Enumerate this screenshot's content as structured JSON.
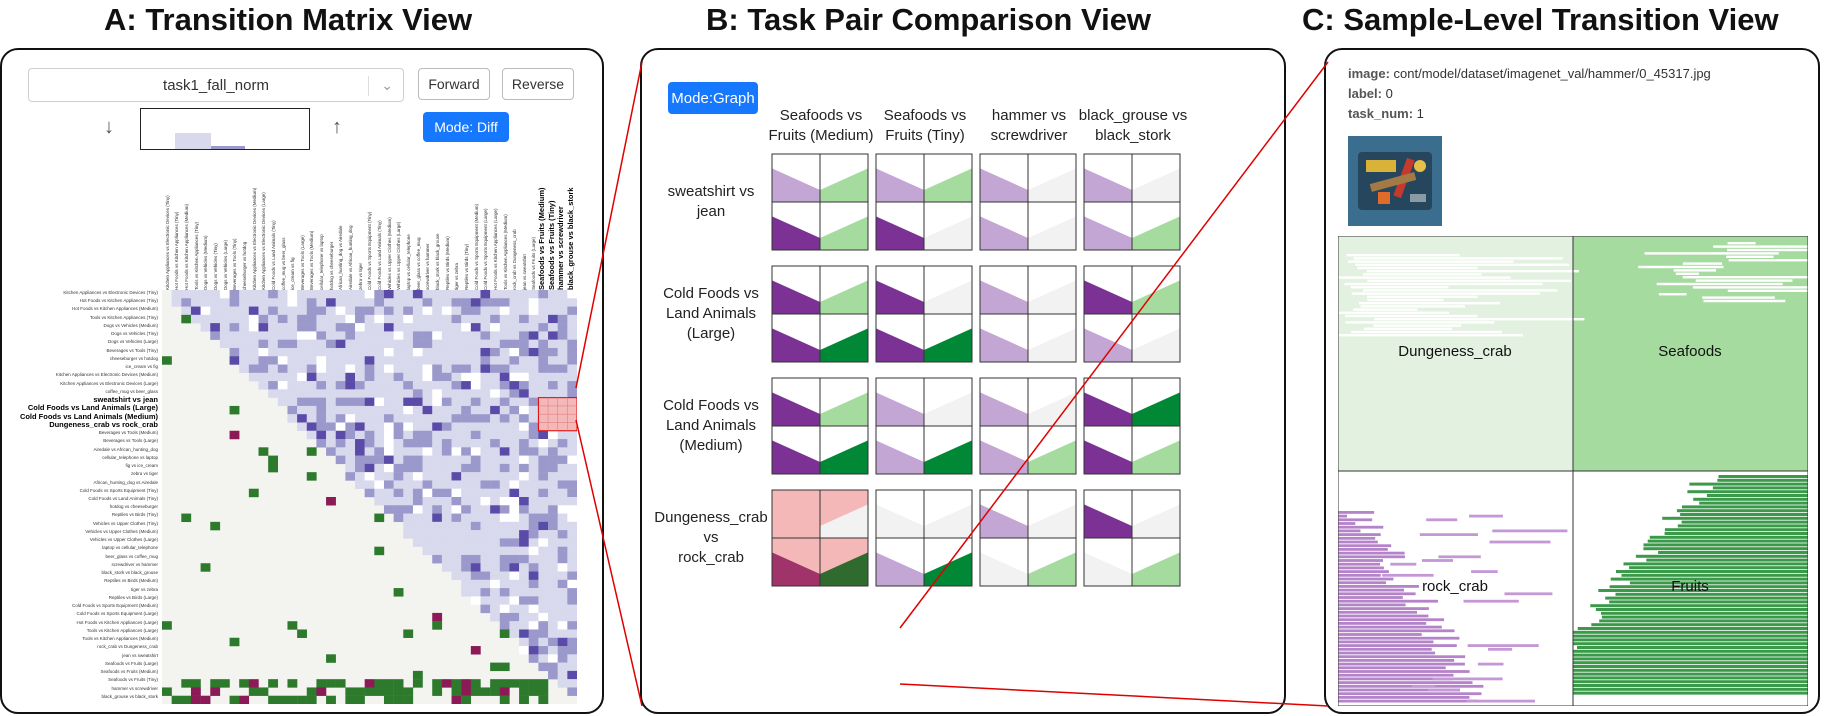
{
  "titles": {
    "a": "A: Transition Matrix View",
    "b": "B: Task Pair Comparison View",
    "c": "C: Sample-Level Transition View"
  },
  "colors": {
    "light_purple": "#d9d9ee",
    "mid_purple": "#9b98cc",
    "dark_purple": "#5b4ba8",
    "green": "#2d7a2d",
    "maroon": "#8b1a56",
    "highlight": "#f4b8b8",
    "accent_blue": "#1677ff",
    "graph_purple": "#c4a6d4",
    "graph_dark_purple": "#7b3294",
    "graph_green": "#a6dba0",
    "graph_dark_green": "#008837",
    "graph_gray": "#f2f2f2"
  },
  "panel_a": {
    "select_value": "task1_fall_norm",
    "forward_label": "Forward",
    "reverse_label": "Reverse",
    "mode_label": "Mode: Diff",
    "down_arrow": "↓",
    "up_arrow": "↑",
    "col_labels": [
      "Kitchen Appliances vs Electronic Devices (Tiny)",
      "Hot Foods vs Kitchen Appliances (Tiny)",
      "Hot Foods vs Kitchen Appliances (Medium)",
      "Tools vs Kitchen Appliances (Tiny)",
      "Dogs vs Vehicles (Medium)",
      "Dogs vs Vehicles (Tiny)",
      "Dogs vs Vehicles (Large)",
      "Beverages vs Tools (Tiny)",
      "cheeseburger vs hotdog",
      "Kitchen Appliances vs Electronic Devices (Medium)",
      "Kitchen Appliances vs Electronic Devices (Large)",
      "Cold Foods vs Land Animals (Tiny)",
      "coffee_mug vs beer_glass",
      "ice_cream vs fig",
      "Beverages vs Tools (Large)",
      "Beverages vs Tools (Medium)",
      "cellular_telephone vs laptop",
      "hotdog vs cheeseburger",
      "African_hunting_dog vs Airedale",
      "Airedale vs African_hunting_dog",
      "zebra vs tiger",
      "Cold Foods vs Sports Equipment (Tiny)",
      "Cold Foods vs Land Animals (Tiny)",
      "Vehicles vs Upper Clothes (Medium)",
      "Vehicles vs Upper Clothes (Large)",
      "laptop vs cellular_telephone",
      "beer_glass vs coffee_mug",
      "screwdriver vs hammer",
      "black_stork vs black_grouse",
      "Reptiles vs Birds (Medium)",
      "tiger vs zebra",
      "Reptiles vs Birds (Tiny)",
      "Cold Foods vs Sports Equipment (Medium)",
      "Cold Foods vs Sports Equipment (Large)",
      "Hot Foods vs Kitchen Appliances (Large)",
      "Tools vs Kitchen Appliances (Medium)",
      "rock_crab vs Dungeness_crab",
      "jean vs sweatshirt",
      "Seafoods vs Fruits (Large)",
      "Seafoods vs Fruits (Medium)",
      "Seafoods vs Fruits (Tiny)",
      "hammer vs screwdriver",
      "black_grouse vs black_stork"
    ],
    "row_labels": [
      "Kitchen Appliances vs Electronic Devices (Tiny)",
      "Hot Foods vs Kitchen Appliances (Tiny)",
      "Hot Foods vs Kitchen Appliances (Medium)",
      "Tools vs Kitchen Appliances (Tiny)",
      "Dogs vs Vehicles (Medium)",
      "Dogs vs Vehicles (Tiny)",
      "Dogs vs Vehicles (Large)",
      "Beverages vs Tools (Tiny)",
      "cheeseburger vs hotdog",
      "ice_cream vs fig",
      "Kitchen Appliances vs Electronic Devices (Medium)",
      "Kitchen Appliances vs Electronic Devices (Large)",
      "coffee_mug vs beer_glass",
      "sweatshirt vs jean",
      "Cold Foods vs Land Animals (Large)",
      "Cold Foods vs Land Animals (Medium)",
      "Dungeness_crab vs rock_crab",
      "Beverages vs Tools (Medium)",
      "Beverages vs Tools (Large)",
      "Airedale vs African_hunting_dog",
      "cellular_telephone vs laptop",
      "fig vs ice_cream",
      "zebra vs tiger",
      "African_hunting_dog vs Airedale",
      "Cold Foods vs Sports Equipment (Tiny)",
      "Cold Foods vs Land Animals (Tiny)",
      "hotdog vs cheeseburger",
      "Reptiles vs Birds (Tiny)",
      "Vehicles vs Upper Clothes (Tiny)",
      "Vehicles vs Upper Clothes (Medium)",
      "Vehicles vs Upper Clothes (Large)",
      "laptop vs cellular_telephone",
      "beer_glass vs coffee_mug",
      "screwdriver vs hammer",
      "black_stork vs black_grouse",
      "Reptiles vs Birds (Medium)",
      "tiger vs zebra",
      "Reptiles vs Birds (Large)",
      "Cold Foods vs Sports Equipment (Medium)",
      "Cold Foods vs Sports Equipment (Large)",
      "Hot Foods vs Kitchen Appliances (Large)",
      "Tools vs Kitchen Appliances (Large)",
      "Tools vs Kitchen Appliances (Medium)",
      "rock_crab vs Dungeness_crab",
      "jean vs sweatshirt",
      "Seafoods vs Fruits (Large)",
      "Seafoods vs Fruits (Medium)",
      "Seafoods vs Fruits (Tiny)",
      "hammer vs screwdriver",
      "black_grouse vs black_stork"
    ],
    "bold_rows": [
      13,
      14,
      15,
      16
    ],
    "bold_cols": [
      39,
      40,
      41,
      42
    ]
  },
  "panel_b": {
    "mode_label": "Mode:Graph",
    "columns": [
      [
        "Seafoods vs",
        "Fruits (Medium)"
      ],
      [
        "Seafoods vs",
        "Fruits (Tiny)"
      ],
      [
        "hammer vs",
        "screwdriver"
      ],
      [
        "black_grouse vs",
        "black_stork"
      ]
    ],
    "rows": [
      [
        "sweatshirt vs",
        "jean"
      ],
      [
        "Cold Foods vs",
        "Land Animals",
        "(Large)"
      ],
      [
        "Cold Foods vs",
        "Land Animals",
        "(Medium)"
      ],
      [
        "Dungeness_crab",
        "vs",
        "rock_crab"
      ]
    ],
    "cells": [
      [
        [
          0.5,
          0.15,
          0.3,
          0.0,
          0.6,
          0.5,
          0.5,
          0.0
        ],
        [
          0.0,
          0.1,
          0.0,
          0.7,
          0.5,
          0.5,
          0.0,
          0.0
        ],
        [
          0.5,
          0.3,
          0.0,
          0.0,
          0.6,
          0.3,
          0.0,
          0.0
        ],
        [
          0.5,
          0.2,
          0.0,
          0.0,
          0.5,
          0.3,
          0.0,
          0.6
        ]
      ],
      [
        [
          0.6,
          0.4,
          0.0,
          0.7,
          1.0,
          0.0,
          0.0,
          1.0
        ],
        [
          0.6,
          0.4,
          0.0,
          0.0,
          1.0,
          0.0,
          0.0,
          1.0
        ],
        [
          0.6,
          0.3,
          0.0,
          0.0,
          0.6,
          0.3,
          0.0,
          0.0
        ],
        [
          0.6,
          0.4,
          0.0,
          0.6,
          0.6,
          0.3,
          0.0,
          0.0
        ]
      ],
      [
        [
          0.6,
          0.4,
          0.0,
          0.7,
          1.0,
          0.0,
          0.0,
          1.0
        ],
        [
          0.6,
          0.3,
          0.0,
          0.0,
          0.6,
          0.3,
          0.0,
          1.0
        ],
        [
          0.6,
          0.3,
          0.0,
          0.0,
          0.6,
          0.3,
          0.0,
          0.6
        ],
        [
          0.6,
          0.4,
          0.0,
          1.0,
          0.6,
          0.4,
          0.0,
          0.6
        ]
      ],
      [
        [
          0.0,
          0.0,
          0.0,
          0.0,
          0.6,
          0.0,
          0.0,
          1.0
        ],
        [
          0.0,
          0.0,
          0.0,
          0.0,
          0.6,
          0.3,
          0.0,
          1.0
        ],
        [
          0.5,
          0.3,
          0.0,
          0.0,
          0.0,
          0.0,
          0.0,
          0.6
        ],
        [
          1.0,
          0.0,
          0.0,
          0.0,
          0.0,
          0.0,
          0.0,
          0.6
        ]
      ]
    ]
  },
  "panel_c": {
    "image_key": "image:",
    "image_value": "cont/model/dataset/imagenet_val/hammer/0_45317.jpg",
    "label_key": "label:",
    "label_value": "0",
    "task_key": "task_num:",
    "task_value": "1",
    "quad_labels": [
      "Dungeness_crab",
      "Seafoods",
      "rock_crab",
      "Fruits"
    ]
  }
}
